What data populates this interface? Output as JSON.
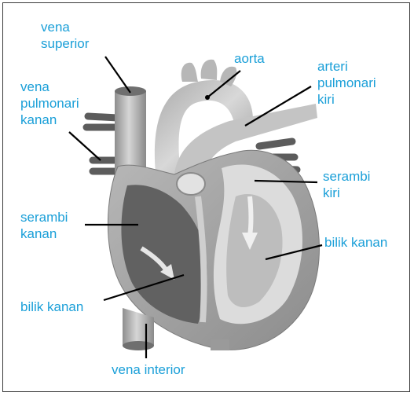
{
  "labels": {
    "vena_superior": [
      "vena",
      "superior"
    ],
    "vena_pulmonari_kanan": [
      "vena",
      "pulmonari",
      "kanan"
    ],
    "aorta": "aorta",
    "arteri_pulmonari_kiri": [
      "arteri",
      "pulmonari",
      "kiri"
    ],
    "serambi_kiri": [
      "serambi",
      "kiri"
    ],
    "serambi_kanan": [
      "serambi",
      "kanan"
    ],
    "bilik_kanan_right": "bilik kanan",
    "bilik_kanan_left": "bilik kanan",
    "vena_interior": "vena interior"
  },
  "colors": {
    "label_text": "#1a9fd8",
    "leader_line": "#000000",
    "frame": "#3a3a3a"
  }
}
